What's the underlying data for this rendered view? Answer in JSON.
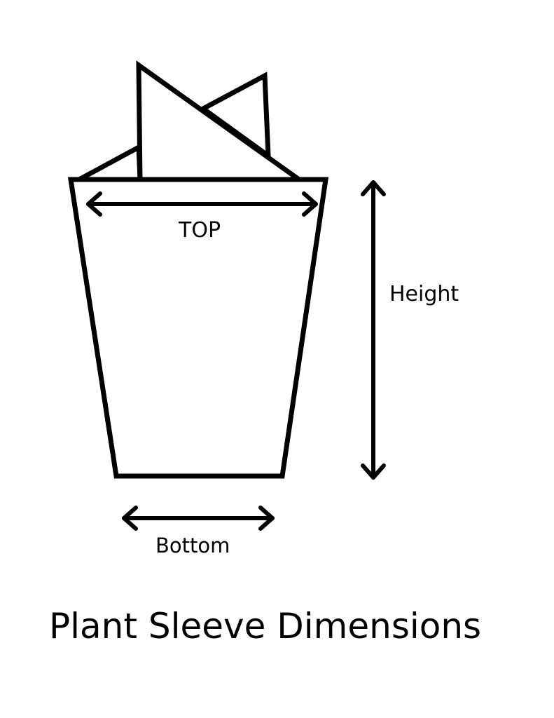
{
  "diagram": {
    "title": "Plant Sleeve Dimensions",
    "labels": {
      "top": "TOP",
      "height": "Height",
      "bottom": "Bottom"
    },
    "stroke_color": "#000000",
    "background_color": "#ffffff"
  }
}
